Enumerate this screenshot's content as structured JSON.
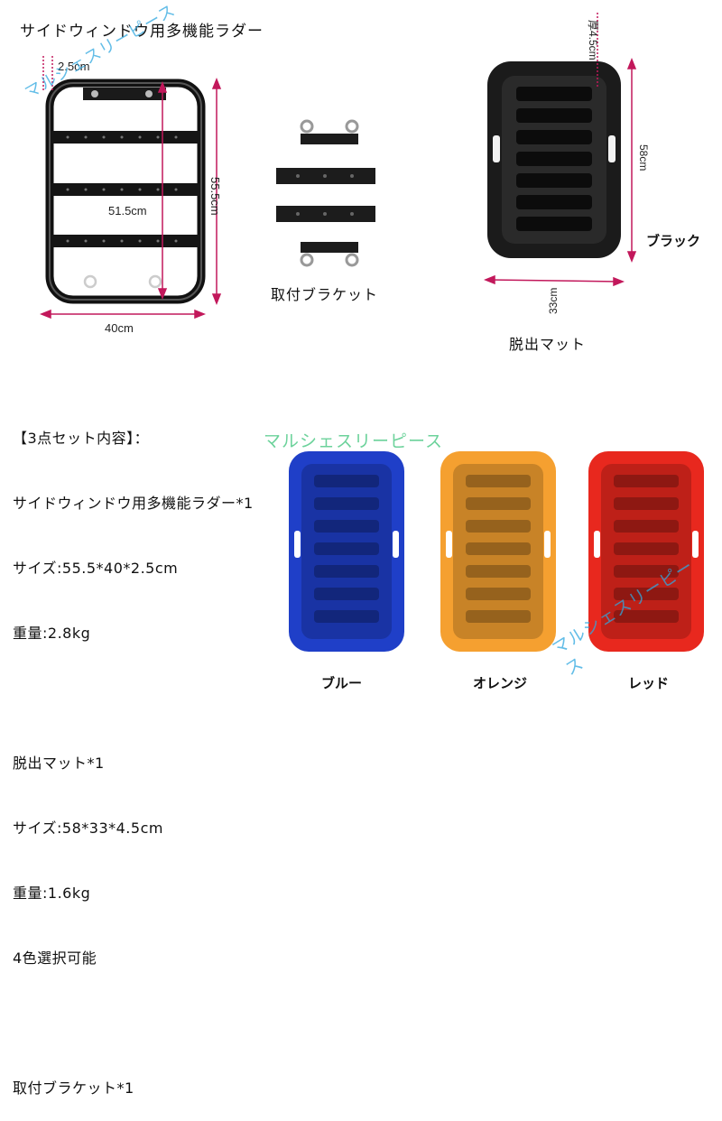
{
  "title": "サイドウィンドウ用多機能ラダー",
  "ladder": {
    "depth_label": "2.5cm",
    "height_label": "55.5cm",
    "inner_height_label": "51.5cm",
    "width_label": "40cm"
  },
  "bracket": {
    "label": "取付ブラケット"
  },
  "mat": {
    "thickness_label": "厚4.5cm",
    "height_label": "58cm",
    "width_label": "33cm",
    "label": "脱出マット",
    "color_label": "ブラック"
  },
  "specs": {
    "heading": "【3点セット内容】：",
    "ladder_name": "サイドウィンドウ用多機能ラダー*1",
    "ladder_size": "サイズ:55.5*40*2.5cm",
    "ladder_weight": "重量:2.8kg",
    "mat_name": "脱出マット*1",
    "mat_size": "サイズ:58*33*4.5cm",
    "mat_weight": "重量:1.6kg",
    "mat_colors": "4色選択可能",
    "bracket_name": "取付ブラケット*1"
  },
  "variants": [
    {
      "name": "ブルー",
      "color": "#1f3fc8"
    },
    {
      "name": "オレンジ",
      "color": "#f5a030"
    },
    {
      "name": "レッド",
      "color": "#e8281e"
    }
  ],
  "watermark": "マルシェスリーピース",
  "colors": {
    "dimension": "#c2185b",
    "ladder": "#111111",
    "mat_black": "#1b1b1b"
  }
}
